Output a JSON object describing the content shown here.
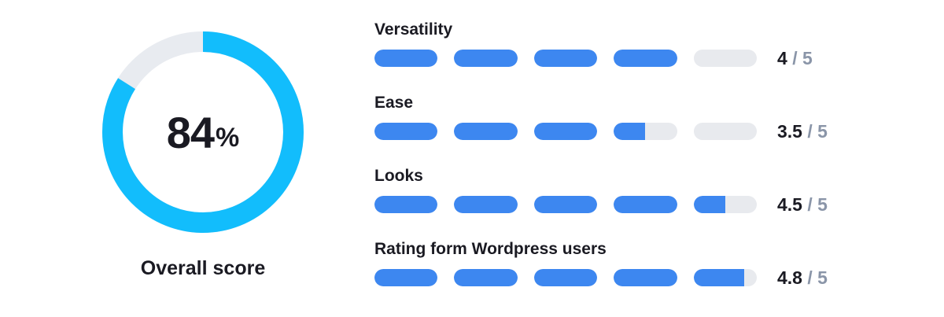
{
  "overall": {
    "value": "84",
    "unit": "%",
    "percent": 84,
    "label": "Overall score",
    "colors": {
      "progress": "#12bdfc",
      "track": "#e8ebf0"
    }
  },
  "ratings": [
    {
      "title": "Versatility",
      "score": "4",
      "separator": "/ 5",
      "rating": 4,
      "max": 5
    },
    {
      "title": "Ease",
      "score": "3.5",
      "separator": "/ 5",
      "rating": 3.5,
      "max": 5
    },
    {
      "title": "Looks",
      "score": "4.5",
      "separator": "/ 5",
      "rating": 4.5,
      "max": 5
    },
    {
      "title": "Rating form Wordpress users",
      "score": "4.8",
      "separator": "/ 5",
      "rating": 4.8,
      "max": 5
    }
  ],
  "colors": {
    "bar_fill": "#3d87f0",
    "bar_track": "#e8eaee",
    "max_text": "#8a95a8"
  }
}
